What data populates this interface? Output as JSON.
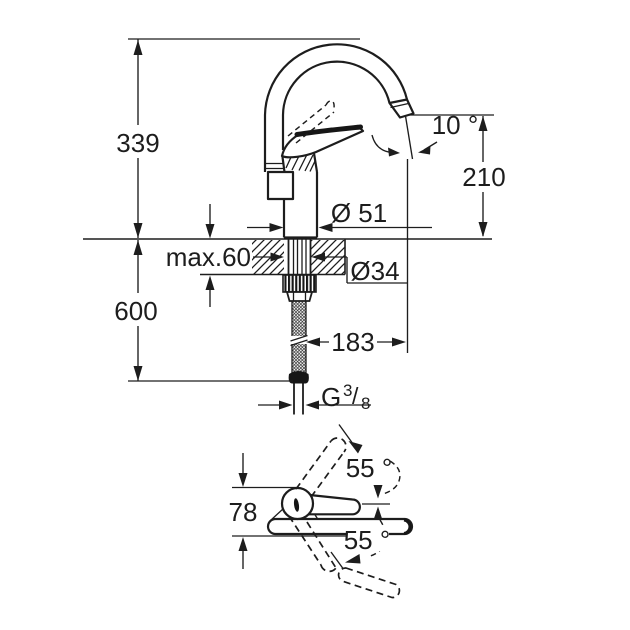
{
  "drawing": {
    "background": "#ffffff",
    "line_color": "#1d1d1d",
    "main_view": {
      "height_above_deck": "339",
      "hose_length_below_deck": "600",
      "spout_outlet_height": "210",
      "outlet_angle": "10 °",
      "body_diameter": "Ø 51",
      "max_deck_thickness": "max.60",
      "hole_diameter": "Ø34",
      "spout_reach": "183",
      "thread_prefix": "G",
      "thread_numerator": "3",
      "thread_slash": "/",
      "thread_denominator": "8"
    },
    "top_view": {
      "body_depth": "78",
      "lever_swing_upper": "55 °",
      "lever_swing_lower": "55 °"
    }
  }
}
